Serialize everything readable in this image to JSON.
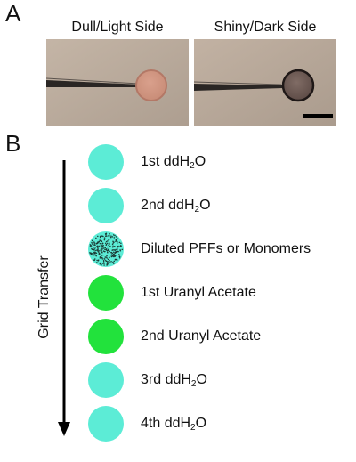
{
  "panel_a": {
    "letter": "A",
    "photos": [
      {
        "title": "Dull/Light Side",
        "grid_color": "#c98d78",
        "grid_rim": "#b37866",
        "background": "#b9aa9b"
      },
      {
        "title": "Shiny/Dark Side",
        "grid_color": "#6b5751",
        "grid_rim": "#1f1817",
        "background": "#b8a89a"
      }
    ]
  },
  "panel_b": {
    "letter": "B",
    "axis_label": "Grid Transfer",
    "steps": [
      {
        "prefix": "1st ddH",
        "sub": "2",
        "suffix": "O",
        "color": "#5cecd6",
        "pattern": "solid"
      },
      {
        "prefix": "2nd ddH",
        "sub": "2",
        "suffix": "O",
        "color": "#5cecd6",
        "pattern": "solid"
      },
      {
        "prefix": "Diluted PFFs or Monomers",
        "sub": "",
        "suffix": "",
        "color": "#5cecd6",
        "pattern": "dotted"
      },
      {
        "prefix": "1st Uranyl Acetate",
        "sub": "",
        "suffix": "",
        "color": "#22e23c",
        "pattern": "solid"
      },
      {
        "prefix": "2nd Uranyl Acetate",
        "sub": "",
        "suffix": "",
        "color": "#22e23c",
        "pattern": "solid"
      },
      {
        "prefix": "3rd ddH",
        "sub": "2",
        "suffix": "O",
        "color": "#5cecd6",
        "pattern": "solid"
      },
      {
        "prefix": "4th ddH",
        "sub": "2",
        "suffix": "O",
        "color": "#5cecd6",
        "pattern": "solid"
      }
    ]
  }
}
